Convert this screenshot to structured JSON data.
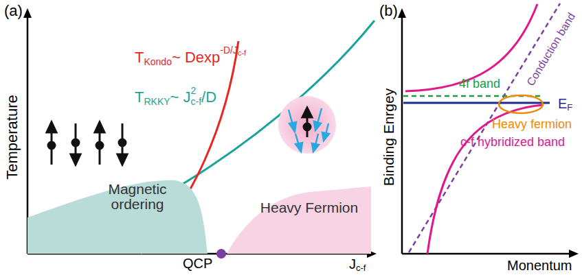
{
  "diagram": {
    "nodes": [
      {
        "text": [
          "Magnetic ordering"
        ]
      },
      {
        "text": [
          "Heavy Fermion"
        ]
      }
    ],
    "labels": [
      "(a)",
      "Temperature",
      "T",
      "Kondo",
      "~ Dexp",
      "-D/J",
      "c-f",
      "T",
      "RKKY",
      "~ J",
      "c-f",
      "2",
      "/D",
      "QCP",
      "J",
      "c-f",
      "(b)",
      "Binding Enrgey",
      "Conduction band",
      "4f band",
      "E",
      "F",
      "Heavy fermion",
      "c-f hybridized band",
      "Monentum"
    ]
  }
}
